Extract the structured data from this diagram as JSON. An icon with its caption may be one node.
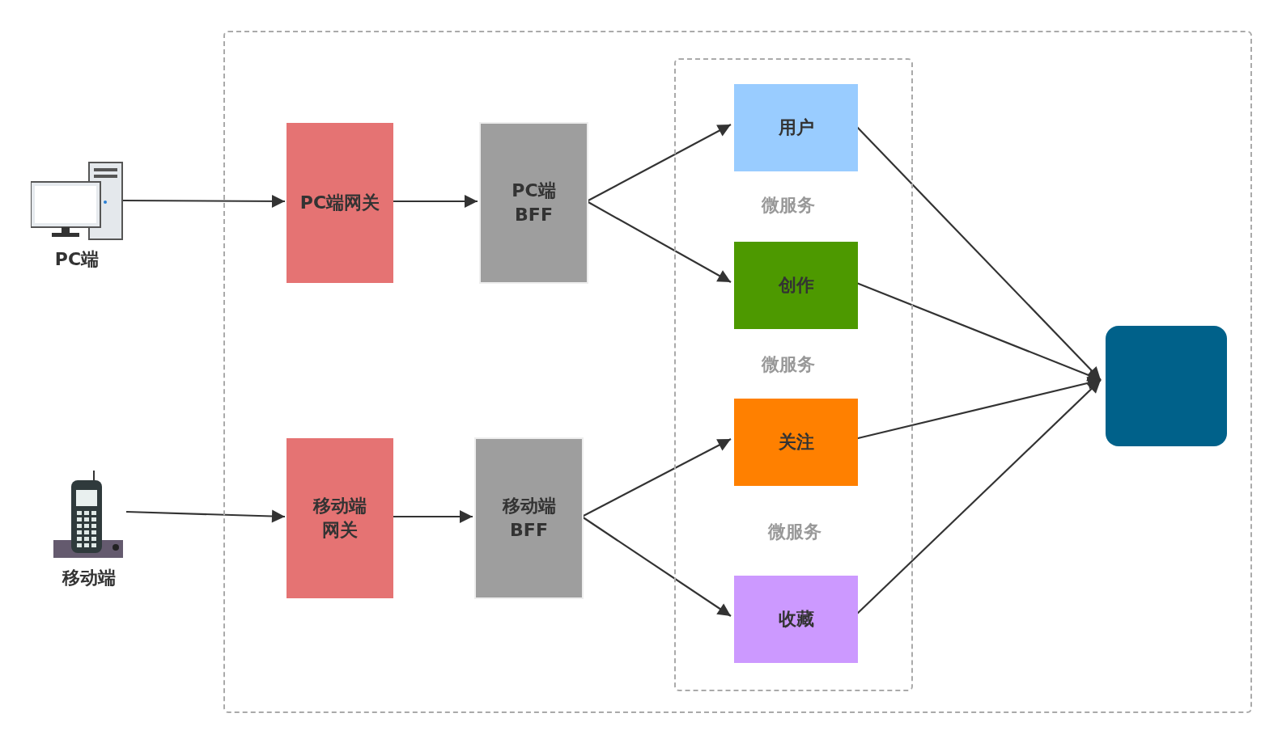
{
  "diagram": {
    "nodes": [
      {
        "text": [
          "PC端"
        ]
      },
      {
        "text": [
          "移动端"
        ]
      },
      {
        "text": [],
        "shape": "box"
      },
      {
        "text": [
          "PC端网关"
        ],
        "in": 2
      },
      {
        "text": [
          "PC端 BFF"
        ],
        "in": 2
      },
      {
        "text": [
          "移动端网关"
        ],
        "in": 2
      },
      {
        "text": [
          "移动端 BFF"
        ],
        "in": 2
      },
      {
        "text": [
          "微服务",
          "微服务",
          "微服务"
        ],
        "in": 2
      },
      {
        "text": [
          "用户"
        ],
        "in": 7
      },
      {
        "text": [
          "创作"
        ],
        "in": 7
      },
      {
        "text": [
          "关注"
        ],
        "in": 7
      },
      {
        "text": [
          "收藏"
        ],
        "in": 7
      },
      {
        "text": [],
        "shape": "box",
        "in": 2
      }
    ],
    "edges": [
      {
        "from": 0,
        "to": 3,
        "arrow": "to"
      },
      {
        "from": 3,
        "to": 4,
        "arrow": "to"
      },
      {
        "from": 4,
        "to": 8,
        "arrow": "to"
      },
      {
        "from": 4,
        "to": 9,
        "arrow": "to"
      },
      {
        "from": 1,
        "to": 5,
        "arrow": "to"
      },
      {
        "from": 5,
        "to": 6,
        "arrow": "to"
      },
      {
        "from": 6,
        "to": 10,
        "arrow": "to"
      },
      {
        "from": 6,
        "to": 11,
        "arrow": "to"
      },
      {
        "from": 8,
        "to": 12,
        "arrow": "to"
      },
      {
        "from": 9,
        "to": 12,
        "arrow": "to"
      },
      {
        "from": 10,
        "to": 12,
        "arrow": "to"
      },
      {
        "from": 11,
        "to": 12,
        "arrow": "to"
      }
    ]
  }
}
